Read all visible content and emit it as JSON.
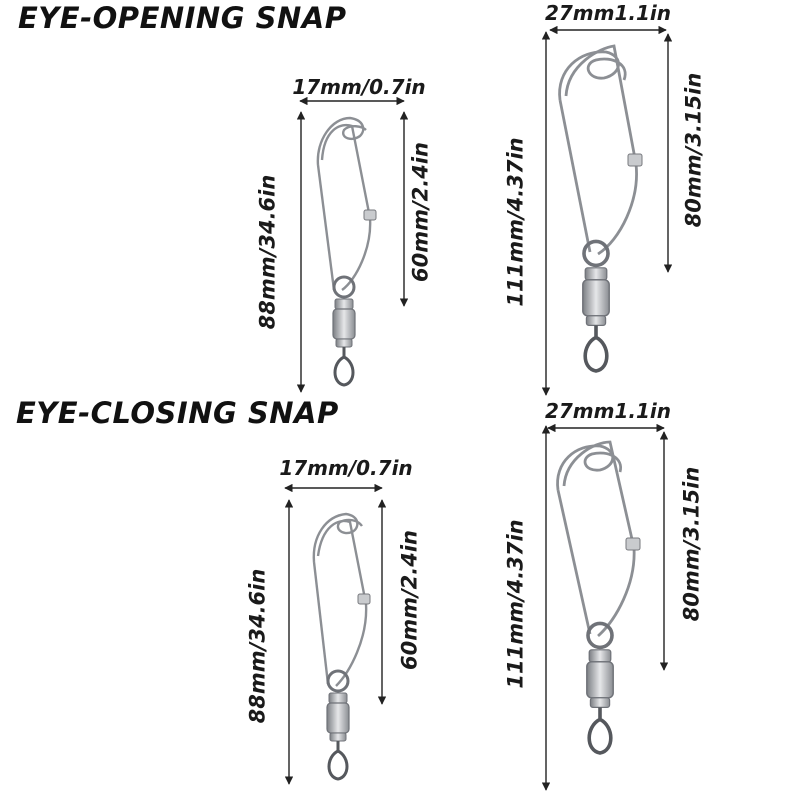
{
  "sections": [
    {
      "heading": "EYE-OPENING SNAP",
      "small": {
        "width": "17mm/0.7in",
        "length": "88mm/34.6in",
        "wire": "60mm/2.4in"
      },
      "large": {
        "width": "27mm1.1in",
        "length": "111mm/4.37in",
        "wire": "80mm/3.15in"
      }
    },
    {
      "heading": "EYE-CLOSING SNAP",
      "small": {
        "width": "17mm/0.7in",
        "length": "88mm/34.6in",
        "wire": "60mm/2.4in"
      },
      "large": {
        "width": "27mm1.1in",
        "length": "111mm/4.37in",
        "wire": "80mm/3.15in"
      }
    }
  ],
  "colors": {
    "text": "#1a1a1a",
    "metal": "#8c8f94",
    "metal_light": "#d9dbde",
    "background": "#ffffff"
  }
}
